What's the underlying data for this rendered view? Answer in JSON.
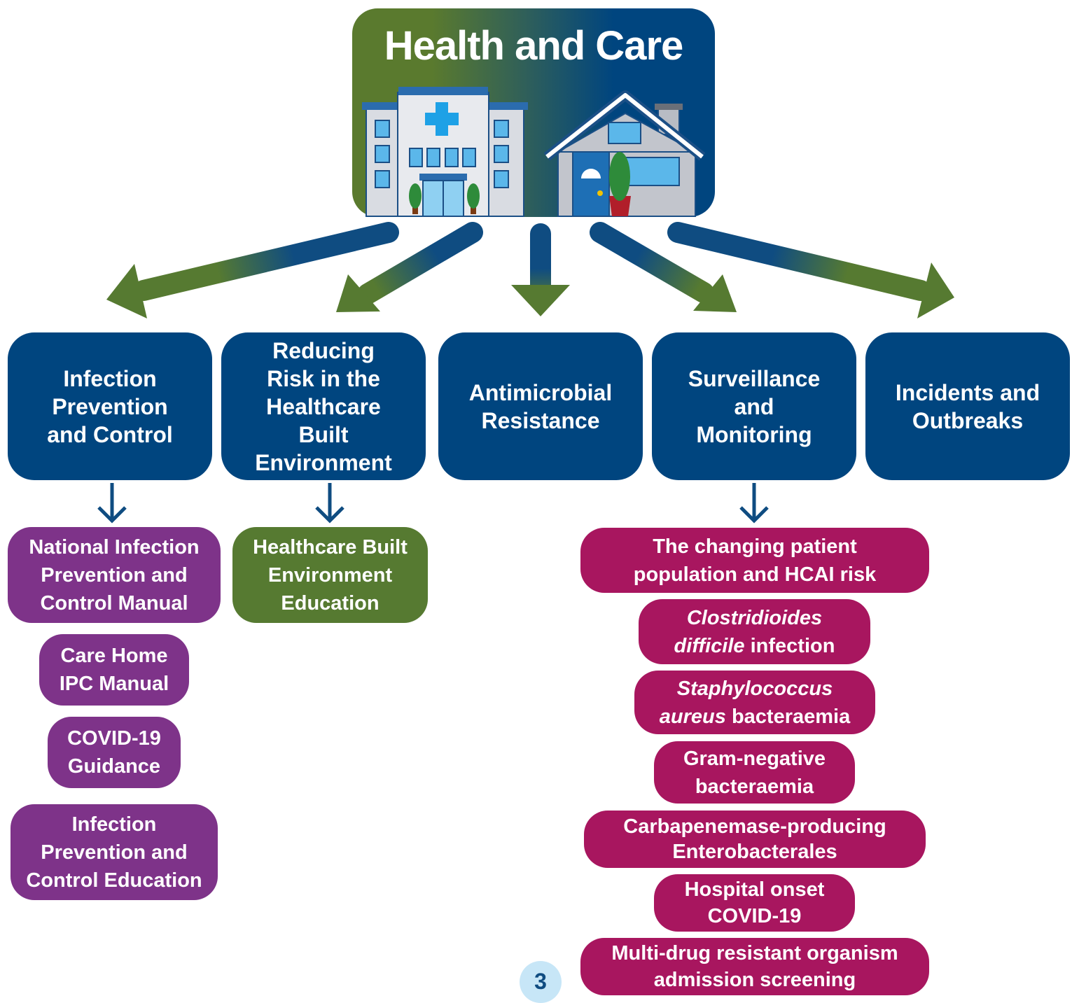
{
  "header": {
    "title": "Health and Care",
    "icons": [
      "hospital-building-icon",
      "house-icon"
    ]
  },
  "colors": {
    "navy": "#00457f",
    "green": "#567a31",
    "purple": "#7e3389",
    "magenta": "#a8165f",
    "page_badge": "#c7e6f7"
  },
  "categories": [
    {
      "lines": [
        "Infection",
        "Prevention",
        "and Control"
      ]
    },
    {
      "lines": [
        "Reducing",
        "Risk in the",
        "Healthcare",
        "Built",
        "Environment"
      ]
    },
    {
      "lines": [
        "Antimicrobial",
        "Resistance"
      ]
    },
    {
      "lines": [
        "Surveillance",
        "and",
        "Monitoring"
      ]
    },
    {
      "lines": [
        "Incidents and",
        "Outbreaks"
      ]
    }
  ],
  "ipc_items": [
    {
      "lines": [
        "National Infection",
        "Prevention and",
        "Control Manual"
      ]
    },
    {
      "lines": [
        "Care Home",
        "IPC Manual"
      ]
    },
    {
      "lines": [
        "COVID-19",
        "Guidance"
      ]
    },
    {
      "lines": [
        "Infection",
        "Prevention and",
        "Control Education"
      ]
    }
  ],
  "built_env_items": [
    {
      "lines": [
        "Healthcare Built",
        "Environment",
        "Education"
      ]
    }
  ],
  "surveillance_items": [
    {
      "line1": "The changing patient",
      "line2": "population and HCAI risk"
    },
    {
      "line1_italic": "Clostridioides",
      "line2_italic": "difficile",
      "line2_rest": " infection"
    },
    {
      "line1_italic": "Staphylococcus",
      "line2_italic": "aureus",
      "line2_rest": " bacteraemia"
    },
    {
      "line1": "Gram-negative",
      "line2": "bacteraemia"
    },
    {
      "line1": "Carbapenemase-producing",
      "line2": "Enterobacterales"
    },
    {
      "line1": "Hospital onset",
      "line2": "COVID-19"
    },
    {
      "line1": "Multi-drug resistant organism",
      "line2": "admission screening"
    }
  ],
  "page_number": "3"
}
